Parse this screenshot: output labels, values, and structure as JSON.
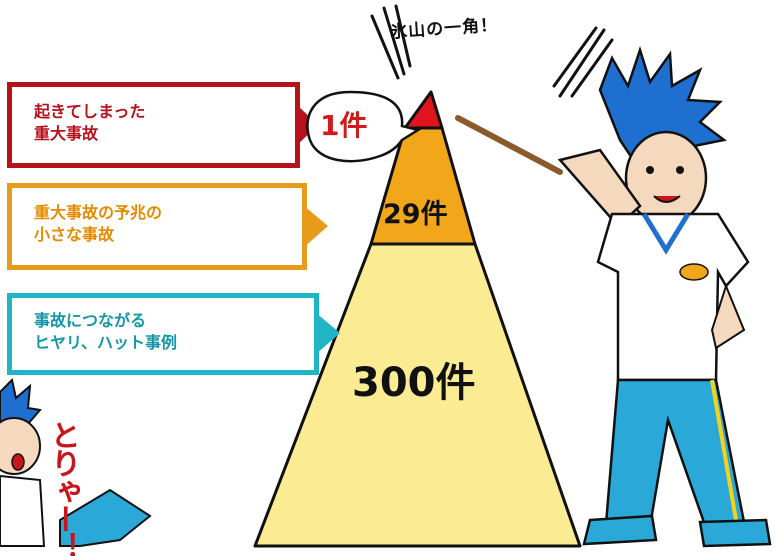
{
  "speech_bubble": "氷山の一角！",
  "callouts": {
    "major_accident": {
      "line1": "起きてしまった",
      "line2": "重大事故"
    },
    "minor_accident": {
      "line1": "重大事故の予兆の",
      "line2": "小さな事故"
    },
    "near_miss": {
      "line1": "事故につながる",
      "line2": "ヒヤリ、ハット事例"
    }
  },
  "pyramid": {
    "top_count": "1件",
    "middle_count": "29件",
    "bottom_count": "300件"
  },
  "shout": "とりゃー！",
  "colors": {
    "red": "#b5121b",
    "orange": "#e89a1a",
    "teal": "#1fb5c4",
    "pyramid_top": "#e0141c",
    "pyramid_middle": "#f2a71a",
    "pyramid_bottom": "#fbec93"
  }
}
